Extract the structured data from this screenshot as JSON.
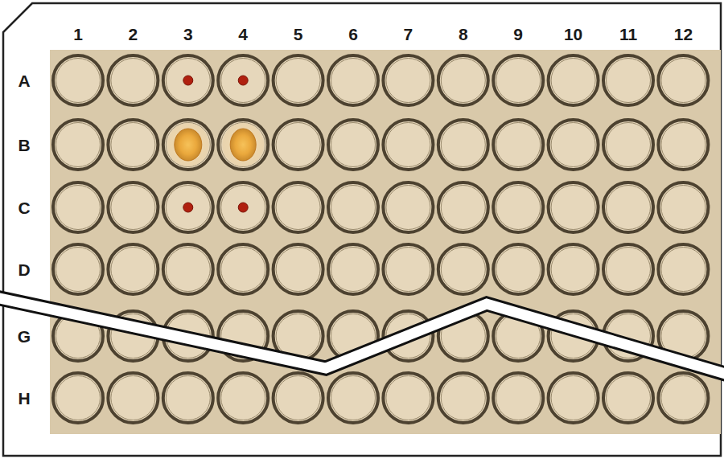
{
  "diagram": {
    "labels": [
      "1",
      "2",
      "3",
      "4",
      "5",
      "6",
      "7",
      "8",
      "9",
      "10",
      "11",
      "12",
      "A",
      "B",
      "C",
      "D",
      "G",
      "H"
    ]
  }
}
